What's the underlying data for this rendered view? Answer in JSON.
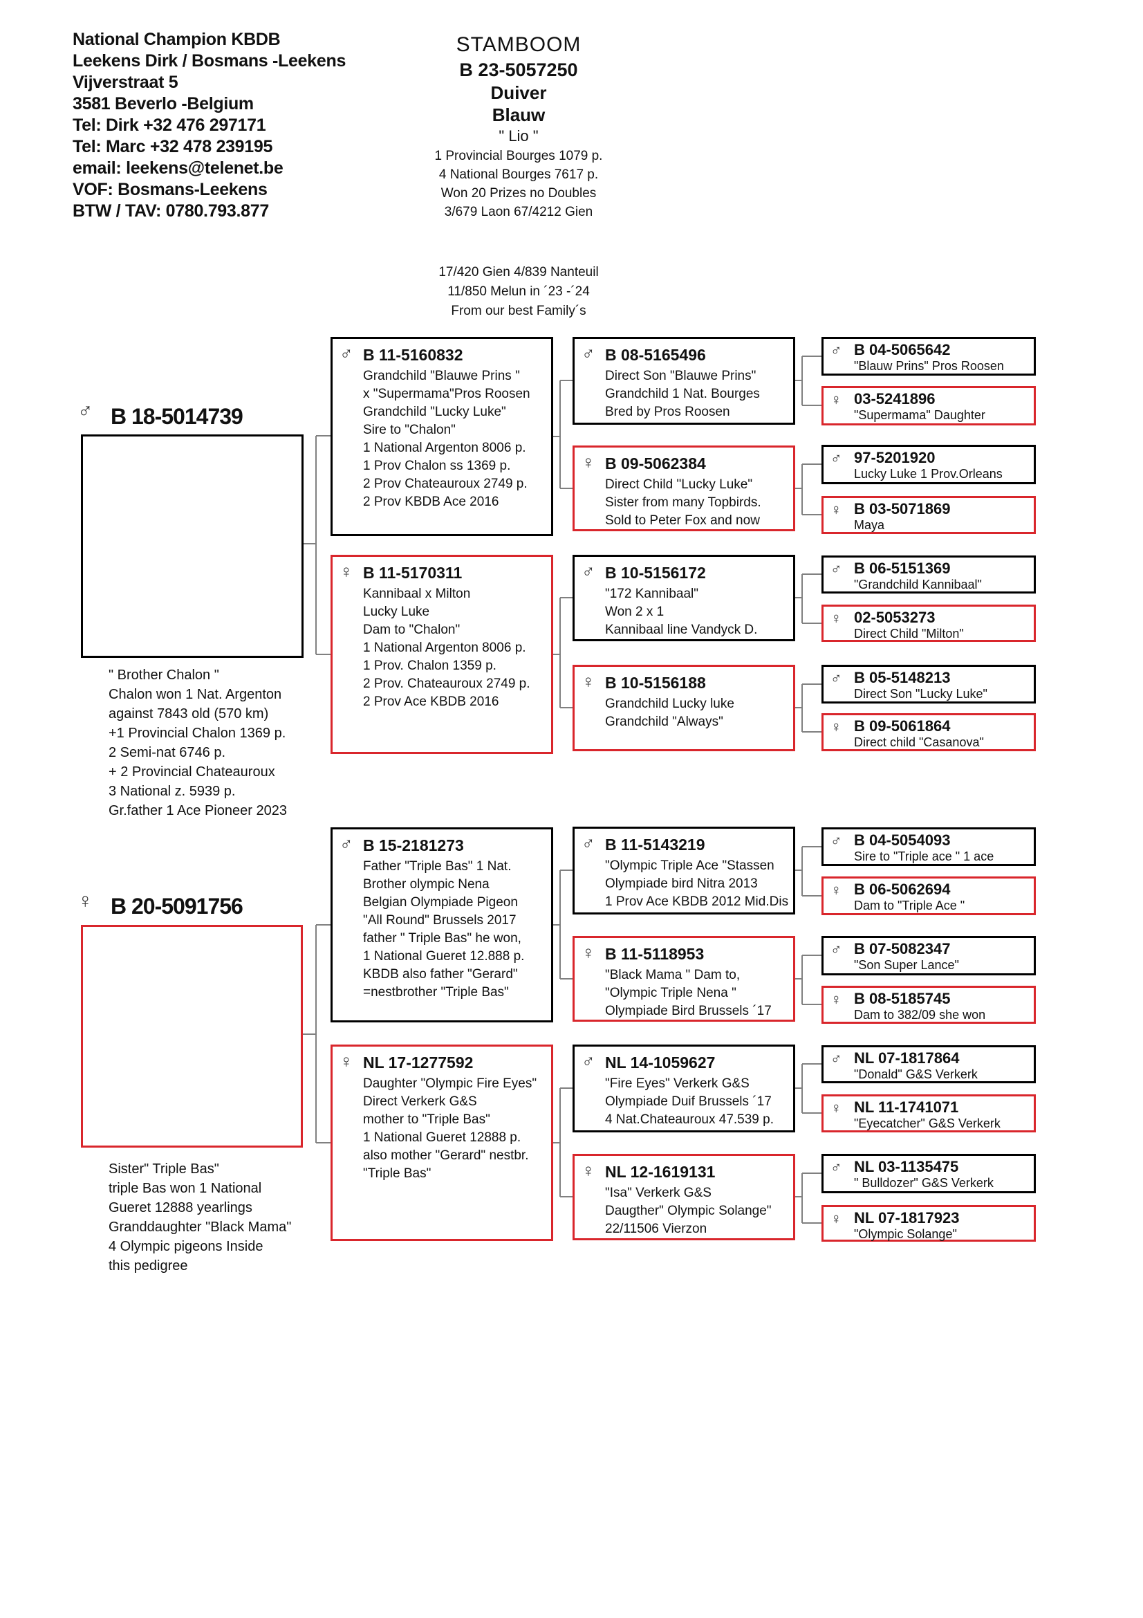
{
  "icons": {
    "male": "♂",
    "female": "♀"
  },
  "colors": {
    "male_border": "#000000",
    "female_border": "#d9262c",
    "connector": "#808080"
  },
  "header": {
    "breeder_lines": [
      "National Champion KBDB",
      "Leekens Dirk /  Bosmans -Leekens",
      "Vijverstraat 5",
      "3581 Beverlo -Belgium",
      "Tel: Dirk +32 476 297171",
      "Tel: Marc +32 478 239195",
      "email: leekens@telenet.be",
      "VOF: Bosmans-Leekens",
      "BTW / TAV: 0780.793.877"
    ],
    "title": "STAMBOOM",
    "ring": "B 23-5057250",
    "sex_label": "Duiver",
    "color_label": "Blauw",
    "bird_name": "\" Lio \"",
    "results": [
      "1 Provincial Bourges 1079 p.",
      "4 National Bourges 7617 p.",
      "Won 20 Prizes no Doubles",
      "3/679 Laon 67/4212 Gien"
    ],
    "extra_results": [
      "17/420 Gien 4/839 Nanteuil",
      "11/850 Melun in ´23 -´24",
      "From our best Family´s"
    ]
  },
  "pedigree": {
    "sire": {
      "ring": "B 18-5014739",
      "notes": [
        "\" Brother Chalon \"",
        "Chalon won 1 Nat. Argenton",
        "against 7843 old (570 km)",
        "+1 Provincial Chalon 1369 p.",
        "2 Semi-nat 6746 p.",
        "+ 2 Provincial Chateauroux",
        "3 National z. 5939 p.",
        "Gr.father 1 Ace Pioneer 2023"
      ]
    },
    "dam": {
      "ring": "B 20-5091756",
      "notes": [
        "Sister\" Triple Bas\"",
        "triple Bas won 1 National",
        "Gueret 12888 yearlings",
        "Granddaughter \"Black Mama\"",
        "4 Olympic pigeons Inside",
        "this pedigree"
      ]
    },
    "gen2": [
      {
        "ring": "B 11-5160832",
        "lines": [
          "Grandchild \"Blauwe Prins \"",
          "x \"Supermama\"Pros Roosen",
          "Grandchild \"Lucky Luke\"",
          "Sire to \"Chalon\"",
          "1 National Argenton 8006 p.",
          "1 Prov Chalon ss 1369 p.",
          "2 Prov Chateauroux 2749 p.",
          "2 Prov KBDB Ace 2016"
        ]
      },
      {
        "ring": "B 11-5170311",
        "lines": [
          "Kannibaal x Milton",
          "Lucky Luke",
          "Dam to \"Chalon\"",
          "1 National Argenton 8006 p.",
          "1 Prov. Chalon 1359 p.",
          "2 Prov. Chateauroux 2749 p.",
          "2 Prov Ace KBDB 2016"
        ]
      },
      {
        "ring": "B 15-2181273",
        "lines": [
          "Father \"Triple Bas\" 1 Nat.",
          "Brother olympic Nena",
          "Belgian Olympiade Pigeon",
          "\"All Round\" Brussels 2017",
          "father \" Triple Bas\" he won,",
          "1 National Gueret 12.888 p.",
          "KBDB also father \"Gerard\"",
          "=nestbrother \"Triple Bas\""
        ]
      },
      {
        "ring": "NL 17-1277592",
        "lines": [
          "Daughter \"Olympic Fire Eyes\"",
          "Direct Verkerk G&S",
          "mother to \"Triple Bas\"",
          "1 National Gueret 12888 p.",
          "also mother \"Gerard\" nestbr.",
          "\"Triple Bas\""
        ]
      }
    ],
    "gen3": [
      {
        "ring": "B 08-5165496",
        "lines": [
          "Direct Son \"Blauwe Prins\"",
          "Grandchild 1 Nat. Bourges",
          "Bred by  Pros Roosen"
        ]
      },
      {
        "ring": "B 09-5062384",
        "lines": [
          "Direct Child \"Lucky Luke\"",
          "Sister from many Topbirds.",
          "Sold  to Peter Fox and now"
        ]
      },
      {
        "ring": "B 10-5156172",
        "lines": [
          "\"172 Kannibaal\"",
          "Won 2 x 1",
          "Kannibaal line Vandyck D."
        ]
      },
      {
        "ring": "B 10-5156188",
        "lines": [
          "Grandchild Lucky luke",
          "Grandchild \"Always\""
        ]
      },
      {
        "ring": "B 11-5143219",
        "lines": [
          "\"Olympic Triple Ace \"Stassen",
          "Olympiade bird Nitra 2013",
          "1 Prov Ace KBDB 2012 Mid.Dis"
        ]
      },
      {
        "ring": "B 11-5118953",
        "lines": [
          "\"Black Mama \" Dam to,",
          "\"Olympic Triple Nena \"",
          "Olympiade Bird Brussels ´17"
        ]
      },
      {
        "ring": "NL 14-1059627",
        "lines": [
          "\"Fire Eyes\" Verkerk G&S",
          "Olympiade Duif Brussels ´17",
          "4 Nat.Chateauroux 47.539 p."
        ]
      },
      {
        "ring": "NL 12-1619131",
        "lines": [
          "\"Isa\" Verkerk G&S",
          "Daugther\" Olympic Solange\"",
          "22/11506 Vierzon"
        ]
      }
    ],
    "gen4": [
      {
        "ring": "B 04-5065642",
        "lines": [
          "\"Blauw Prins\" Pros Roosen"
        ]
      },
      {
        "ring": "03-5241896",
        "lines": [
          "\"Supermama\" Daughter"
        ]
      },
      {
        "ring": "97-5201920",
        "lines": [
          "Lucky Luke 1 Prov.Orleans"
        ]
      },
      {
        "ring": "B 03-5071869",
        "lines": [
          "Maya"
        ]
      },
      {
        "ring": "B 06-5151369",
        "lines": [
          "\"Grandchild Kannibaal\""
        ]
      },
      {
        "ring": "02-5053273",
        "lines": [
          "Direct Child \"Milton\""
        ]
      },
      {
        "ring": "B 05-5148213",
        "lines": [
          "Direct Son \"Lucky Luke\""
        ]
      },
      {
        "ring": "B 09-5061864",
        "lines": [
          "Direct child \"Casanova\""
        ]
      },
      {
        "ring": "B 04-5054093",
        "lines": [
          "Sire to \"Triple ace \" 1 ace"
        ]
      },
      {
        "ring": "B 06-5062694",
        "lines": [
          "Dam to \"Triple Ace \""
        ]
      },
      {
        "ring": "B 07-5082347",
        "lines": [
          "\"Son Super Lance\""
        ]
      },
      {
        "ring": "B 08-5185745",
        "lines": [
          "Dam to 382/09  she won"
        ]
      },
      {
        "ring": "NL 07-1817864",
        "lines": [
          "\"Donald\" G&S Verkerk"
        ]
      },
      {
        "ring": "NL 11-1741071",
        "lines": [
          "\"Eyecatcher\" G&S Verkerk"
        ]
      },
      {
        "ring": "NL 03-1135475",
        "lines": [
          "\" Bulldozer\"  G&S Verkerk"
        ]
      },
      {
        "ring": "NL 07-1817923",
        "lines": [
          "\"Olympic Solange\""
        ]
      }
    ]
  }
}
